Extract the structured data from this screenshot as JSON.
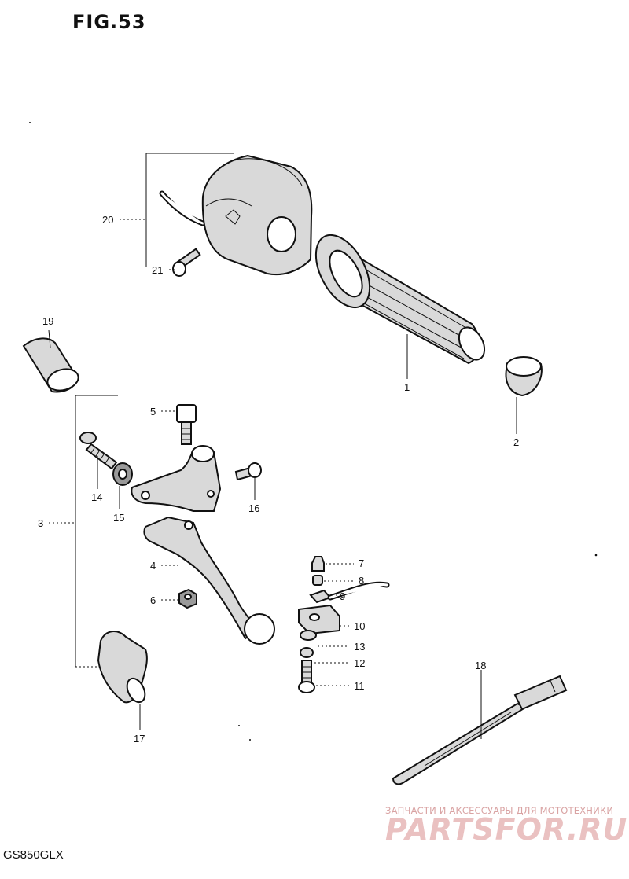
{
  "figure": {
    "title": "FIG.53",
    "model": "GS850GLX"
  },
  "callouts": [
    "1",
    "2",
    "3",
    "4",
    "5",
    "6",
    "7",
    "8",
    "9",
    "10",
    "11",
    "12",
    "13",
    "14",
    "15",
    "16",
    "17",
    "18",
    "19",
    "20",
    "21"
  ],
  "watermark": {
    "line1": "ЗАПЧАСТИ И АКСЕССУАРЫ ДЛЯ МОТОТЕХНИКИ",
    "line2": "PARTSFOR.RU"
  }
}
